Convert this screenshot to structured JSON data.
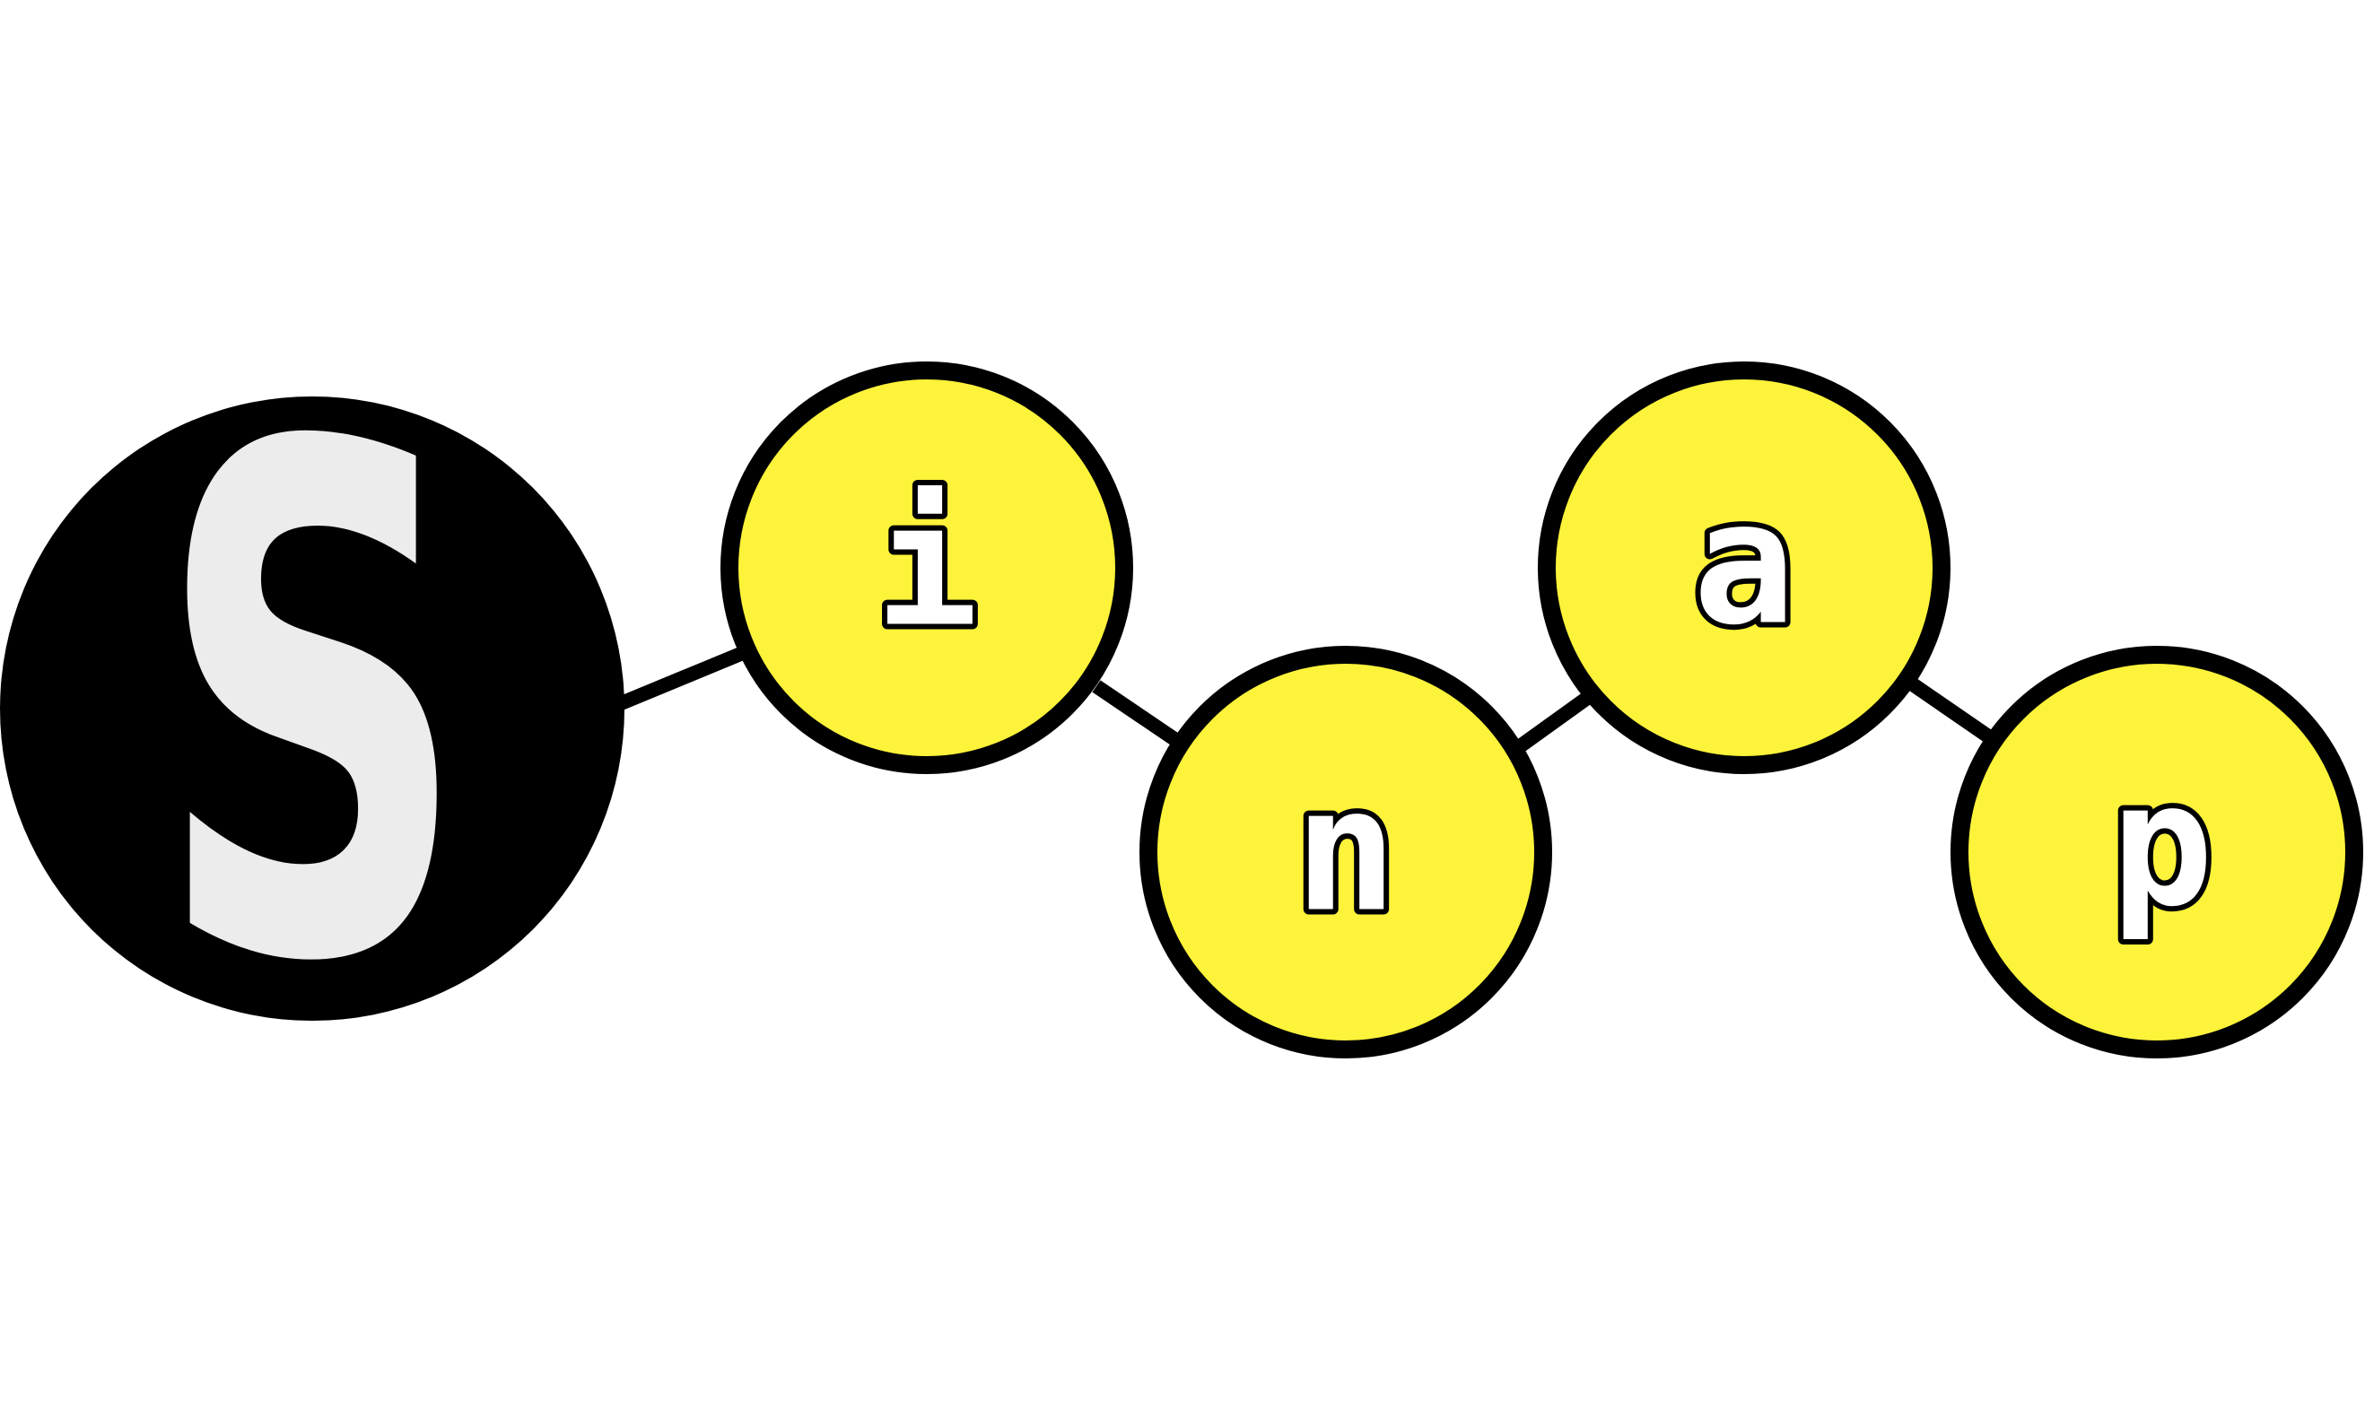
{
  "logo": {
    "initial": "S",
    "letters": [
      "i",
      "n",
      "a",
      "p"
    ]
  },
  "colors": {
    "node_fill": "#fdf33a",
    "node_outline": "#000000",
    "initial_circle": "#000000",
    "initial_glyph": "#ececec",
    "background": "#ffffff"
  }
}
